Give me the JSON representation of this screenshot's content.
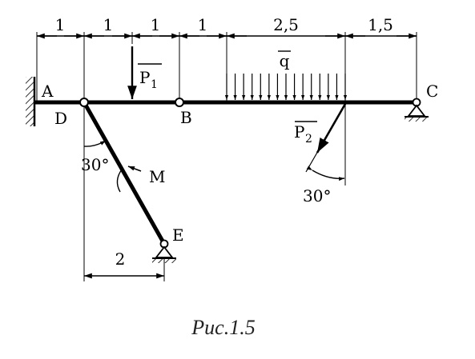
{
  "dimensions": {
    "d1": "1",
    "d2": "1",
    "d3": "1",
    "d4": "1",
    "d5": "2,5",
    "d6": "1,5",
    "d_bottom": "2"
  },
  "labels": {
    "A": "A",
    "B": "B",
    "C": "C",
    "D": "D",
    "E": "E",
    "P1_letter": "P",
    "P1_sub": "1",
    "P2_letter": "P",
    "P2_sub": "2",
    "q": "q",
    "M": "M",
    "angle_left": "30°",
    "angle_right": "30°"
  },
  "caption": "Рис.1.5"
}
